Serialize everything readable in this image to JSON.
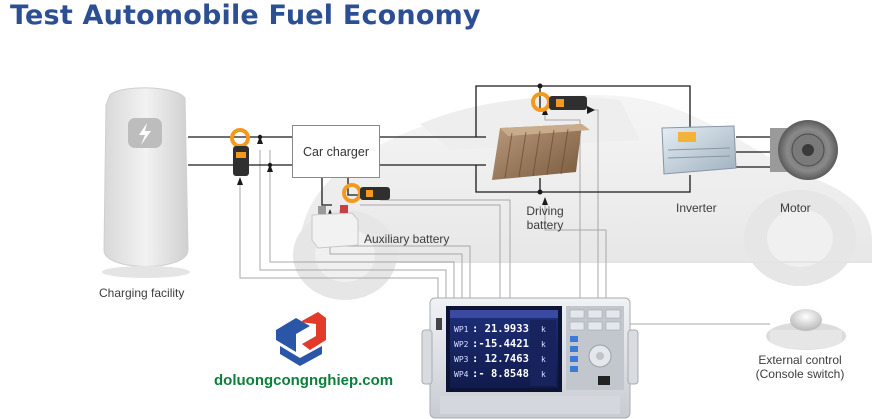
{
  "title": "Test Automobile Fuel Economy",
  "nodes": {
    "charging_facility": "Charging facility",
    "car_charger": "Car charger",
    "auxiliary_battery": "Auxiliary battery",
    "driving_battery_line1": "Driving",
    "driving_battery_line2": "battery",
    "inverter": "Inverter",
    "motor": "Motor",
    "external_control_line1": "External control",
    "external_control_line2": "(Console switch)"
  },
  "analyzer_screen": {
    "rows": [
      {
        "key": "WP1",
        "value": ": 21.9933",
        "unit": "k"
      },
      {
        "key": "WP2",
        "value": ":-15.4421",
        "unit": "k"
      },
      {
        "key": "WP3",
        "value": ": 12.7463",
        "unit": "k"
      },
      {
        "key": "WP4",
        "value": ":- 8.8548",
        "unit": "k"
      }
    ]
  },
  "watermark": "doluongcongnghiep.com",
  "colors": {
    "title": "#2c4f93",
    "watermark_text": "#0c7f3a",
    "logo_red": "#e23a2b",
    "logo_blue": "#2b56a8",
    "clamp_orange": "#f39a1e",
    "line": "#1a1a1a",
    "signal_line": "#a8a8a8"
  }
}
